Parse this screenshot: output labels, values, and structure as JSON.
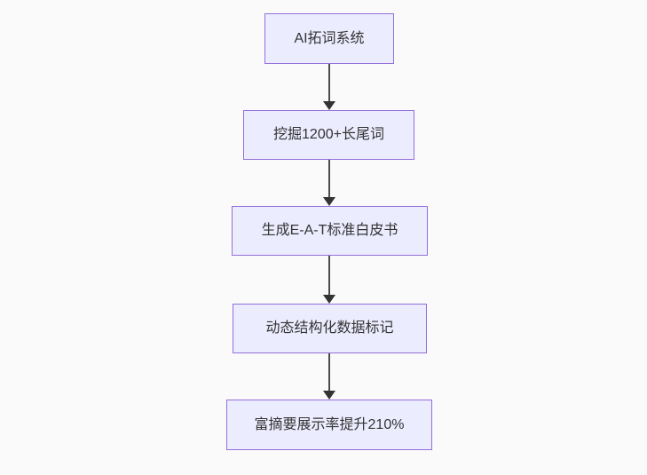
{
  "flowchart": {
    "direction": "top-down",
    "nodes": [
      {
        "id": "n1",
        "label": "AI拓词系统"
      },
      {
        "id": "n2",
        "label": "挖掘1200+长尾词"
      },
      {
        "id": "n3",
        "label": "生成E-A-T标准白皮书"
      },
      {
        "id": "n4",
        "label": "动态结构化数据标记"
      },
      {
        "id": "n5",
        "label": "富摘要展示率提升210%"
      }
    ],
    "edges": [
      {
        "from": "n1",
        "to": "n2"
      },
      {
        "from": "n2",
        "to": "n3"
      },
      {
        "from": "n3",
        "to": "n4"
      },
      {
        "from": "n4",
        "to": "n5"
      }
    ],
    "colors": {
      "node_fill": "#ececff",
      "node_border": "#9370db",
      "edge_line": "#4b4b4b",
      "arrowhead": "#333333",
      "text": "#333333",
      "background": "#fafafa"
    }
  }
}
